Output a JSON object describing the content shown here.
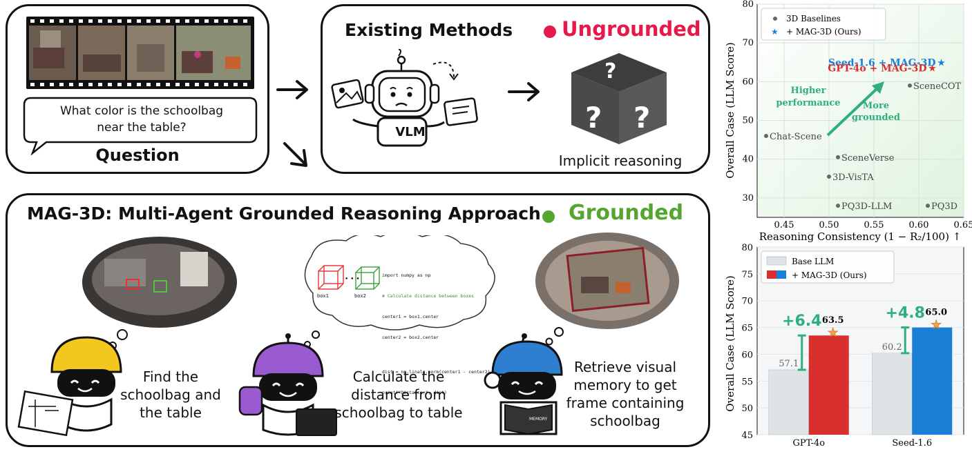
{
  "question_panel": {
    "question_text": "What color is the schoolbag near the table?",
    "label": "Question"
  },
  "existing_panel": {
    "title": "Existing Methods",
    "status": "Ungrounded",
    "vlm_label": "VLM",
    "caption": "Implicit reasoning",
    "colors": {
      "status": "#e5194a",
      "cube": "#4a4a4a"
    }
  },
  "mag_panel": {
    "title": "MAG-3D: Multi-Agent Grounded Reasoning Approach",
    "status": "Grounded",
    "colors": {
      "status": "#55a630"
    },
    "agents": [
      {
        "icon": "yellow-helmet-robot-icon",
        "text": "Find the schoolbag and the table",
        "color": "#f2c81e"
      },
      {
        "icon": "purple-helmet-robot-icon",
        "text": "Calculate the distance from schoolbag to table",
        "color": "#9a5bd1"
      },
      {
        "icon": "blue-helmet-robot-icon",
        "text": "Retrieve visual memory to get frame containing schoolbag",
        "color": "#2f7fd0"
      }
    ],
    "box_labels": [
      "box1",
      "box2"
    ],
    "book_label": "MEMORY",
    "code_lines": [
      "import numpy as np",
      "# Calculate distance between boxes",
      "center1 = box1.center",
      "center2 = box2.center",
      "",
      "dist = np.linalg.norm(center1 - center2)",
      "print(\"Distance:\", dist)"
    ]
  },
  "chart_data": [
    {
      "type": "scatter",
      "xlabel": "Reasoning Consistency (1 − R₂/100) ↑",
      "ylabel": "Overall Case (LLM Score)",
      "xlim": [
        0.42,
        0.65
      ],
      "ylim": [
        25,
        80
      ],
      "xticks": [
        "0.45",
        "0.50",
        "0.55",
        "0.60",
        "0.65"
      ],
      "yticks": [
        "30",
        "40",
        "50",
        "60",
        "70",
        "80"
      ],
      "grid": true,
      "legend_position": "top-left",
      "legend": [
        "3D Baselines",
        "+ MAG-3D (Ours)"
      ],
      "baselines": [
        {
          "name": "SceneCOT",
          "x": 0.59,
          "y": 59
        },
        {
          "name": "Chat-Scene",
          "x": 0.43,
          "y": 46
        },
        {
          "name": "SceneVerse",
          "x": 0.51,
          "y": 40.5
        },
        {
          "name": "3D-VisTA",
          "x": 0.5,
          "y": 35.5
        },
        {
          "name": "PQ3D-LLM",
          "x": 0.51,
          "y": 28
        },
        {
          "name": "PQ3D",
          "x": 0.61,
          "y": 28
        }
      ],
      "ours": [
        {
          "name": "Seed-1.6 + MAG-3D",
          "x": 0.625,
          "y": 65,
          "color": "#1a7fd6"
        },
        {
          "name": "GPT-4o + MAG-3D",
          "x": 0.615,
          "y": 63.5,
          "color": "#d8302f"
        }
      ],
      "annotations": [
        "Higher performance",
        "More grounded"
      ],
      "colors": {
        "baseline": "#666666",
        "arrow": "#2eaf7d"
      }
    },
    {
      "type": "bar",
      "ylabel": "Overall Case (LLM Score)",
      "ylim": [
        45,
        80
      ],
      "yticks": [
        "45",
        "50",
        "55",
        "60",
        "65",
        "70",
        "75",
        "80"
      ],
      "categories": [
        "GPT-4o",
        "Seed-1.6"
      ],
      "grid": true,
      "legend_position": "top-left",
      "series": [
        {
          "name": "Base LLM",
          "values": [
            57.1,
            60.2
          ],
          "labels": [
            "57.1",
            "60.2"
          ]
        },
        {
          "name": "+ MAG-3D (Ours)",
          "values": [
            63.5,
            65.0
          ],
          "labels": [
            "63.5",
            "65.0"
          ]
        }
      ],
      "gains": [
        "+6.4",
        "+4.8"
      ],
      "colors": {
        "base": "#dde3e6",
        "ours": [
          "#d8302f",
          "#1a7fd6"
        ],
        "gain": "#2eaf7d",
        "star": "#f5a04b"
      }
    }
  ]
}
